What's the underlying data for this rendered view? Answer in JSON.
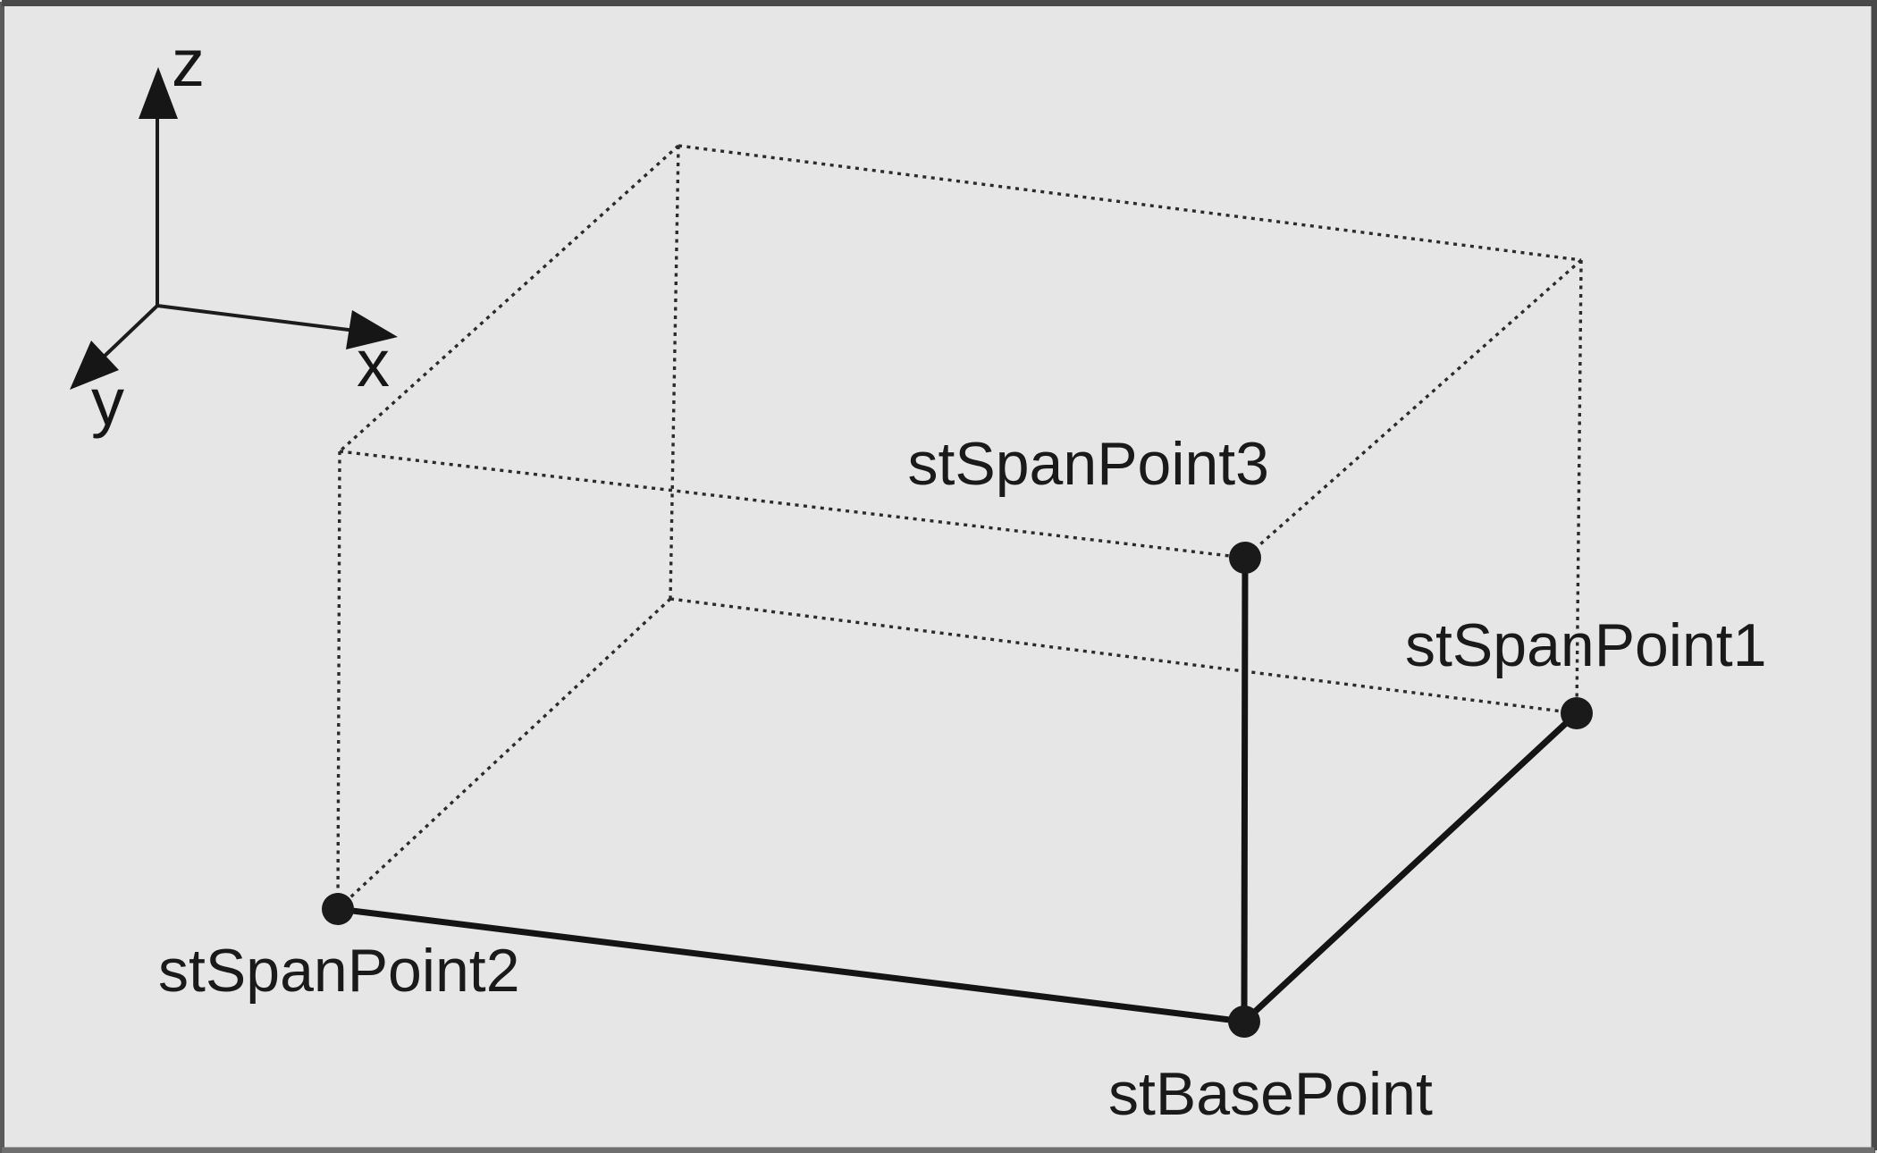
{
  "figure": {
    "description": "Isometric wireframe box diagram with coordinate axes, a base point and three span points",
    "background_color": "#e6e6e6",
    "line_color": "#1a1a1a",
    "border_color_dark": "#4a4a4a",
    "border_color_light": "#707070"
  },
  "axes": {
    "z_label": "z",
    "x_label": "x",
    "y_label": "y"
  },
  "points": {
    "span3": {
      "label": "stSpanPoint3"
    },
    "span1": {
      "label": "stSpanPoint1"
    },
    "span2": {
      "label": "stSpanPoint2"
    },
    "base": {
      "label": "stBasePoint"
    }
  }
}
